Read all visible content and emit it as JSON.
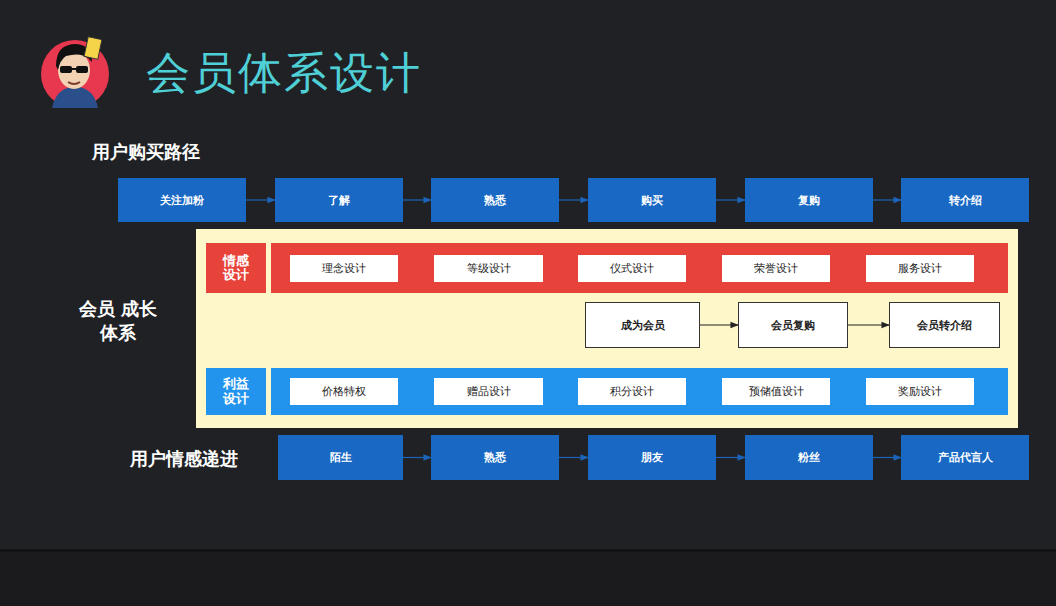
{
  "diagram": {
    "title": "会员体系设计",
    "nodes": [
      {
        "text": [
          "关注加粉"
        ]
      },
      {
        "text": [
          "了解"
        ]
      },
      {
        "text": [
          "熟悉"
        ]
      },
      {
        "text": [
          "购买"
        ]
      },
      {
        "text": [
          "复购"
        ]
      },
      {
        "text": [
          "转介绍"
        ]
      },
      {
        "text": [
          "会员 成长体系"
        ]
      },
      {
        "text": [
          "情感 设计"
        ],
        "in": 6
      },
      {
        "text": [
          "理念设计"
        ],
        "in": 7
      },
      {
        "text": [
          "等级设计"
        ],
        "in": 7
      },
      {
        "text": [
          "仪式设计"
        ],
        "in": 7
      },
      {
        "text": [
          "荣誉设计"
        ],
        "in": 7
      },
      {
        "text": [
          "服务设计"
        ],
        "in": 7
      },
      {
        "text": [
          "成为会员"
        ],
        "in": 6
      },
      {
        "text": [
          "会员复购"
        ],
        "in": 6
      },
      {
        "text": [
          "会员转介绍"
        ],
        "in": 6
      },
      {
        "text": [
          "利益 设计"
        ],
        "in": 6
      },
      {
        "text": [
          "价格特权"
        ],
        "in": 16
      },
      {
        "text": [
          "赠品设计"
        ],
        "in": 16
      },
      {
        "text": [
          "积分设计"
        ],
        "in": 16
      },
      {
        "text": [
          "预储值设计"
        ],
        "in": 16
      },
      {
        "text": [
          "奖励设计"
        ],
        "in": 16
      },
      {
        "text": [
          "陌生"
        ]
      },
      {
        "text": [
          "熟悉"
        ]
      },
      {
        "text": [
          "朋友"
        ]
      },
      {
        "text": [
          "粉丝"
        ]
      },
      {
        "text": [
          "产品代言人"
        ]
      }
    ],
    "edges": [
      {
        "from": 0,
        "to": 1,
        "arrow": "to"
      },
      {
        "from": 1,
        "to": 2,
        "arrow": "to"
      },
      {
        "from": 2,
        "to": 3,
        "arrow": "to"
      },
      {
        "from": 3,
        "to": 4,
        "arrow": "to"
      },
      {
        "from": 4,
        "to": 5,
        "arrow": "to"
      },
      {
        "from": 13,
        "to": 14,
        "arrow": "to"
      },
      {
        "from": 14,
        "to": 15,
        "arrow": "to"
      },
      {
        "from": 22,
        "to": 23,
        "arrow": "to"
      },
      {
        "from": 23,
        "to": 24,
        "arrow": "to"
      },
      {
        "from": 24,
        "to": 25,
        "arrow": "to"
      },
      {
        "from": 25,
        "to": 26,
        "arrow": "to"
      }
    ],
    "labels": [
      "用户购买路径",
      "用户情感递进"
    ]
  }
}
